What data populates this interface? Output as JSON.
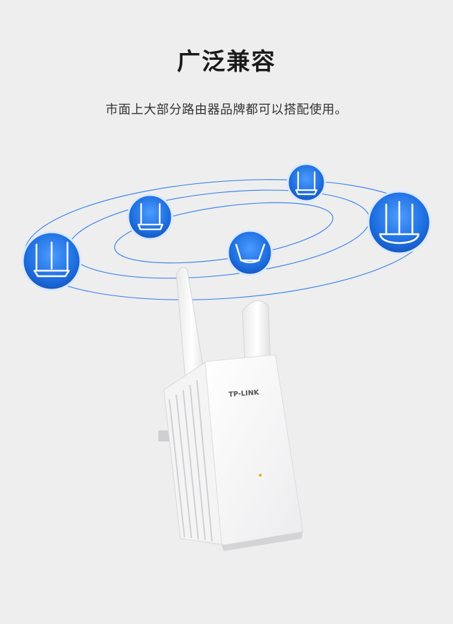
{
  "heading": "广泛兼容",
  "description": "市面上大部分路由器品牌都可以搭配使用。",
  "device": {
    "brand_logo": "TP-LINK"
  },
  "routers": [
    {
      "icon": "router-4-antenna-icon"
    },
    {
      "icon": "router-2-antenna-icon"
    },
    {
      "icon": "router-2-antenna-icon"
    },
    {
      "icon": "router-2-antenna-icon"
    },
    {
      "icon": "router-3-antenna-icon"
    }
  ],
  "colors": {
    "accent": "#1e6fe0",
    "orbit": "#3f86e8",
    "background": "#eeeeef"
  }
}
